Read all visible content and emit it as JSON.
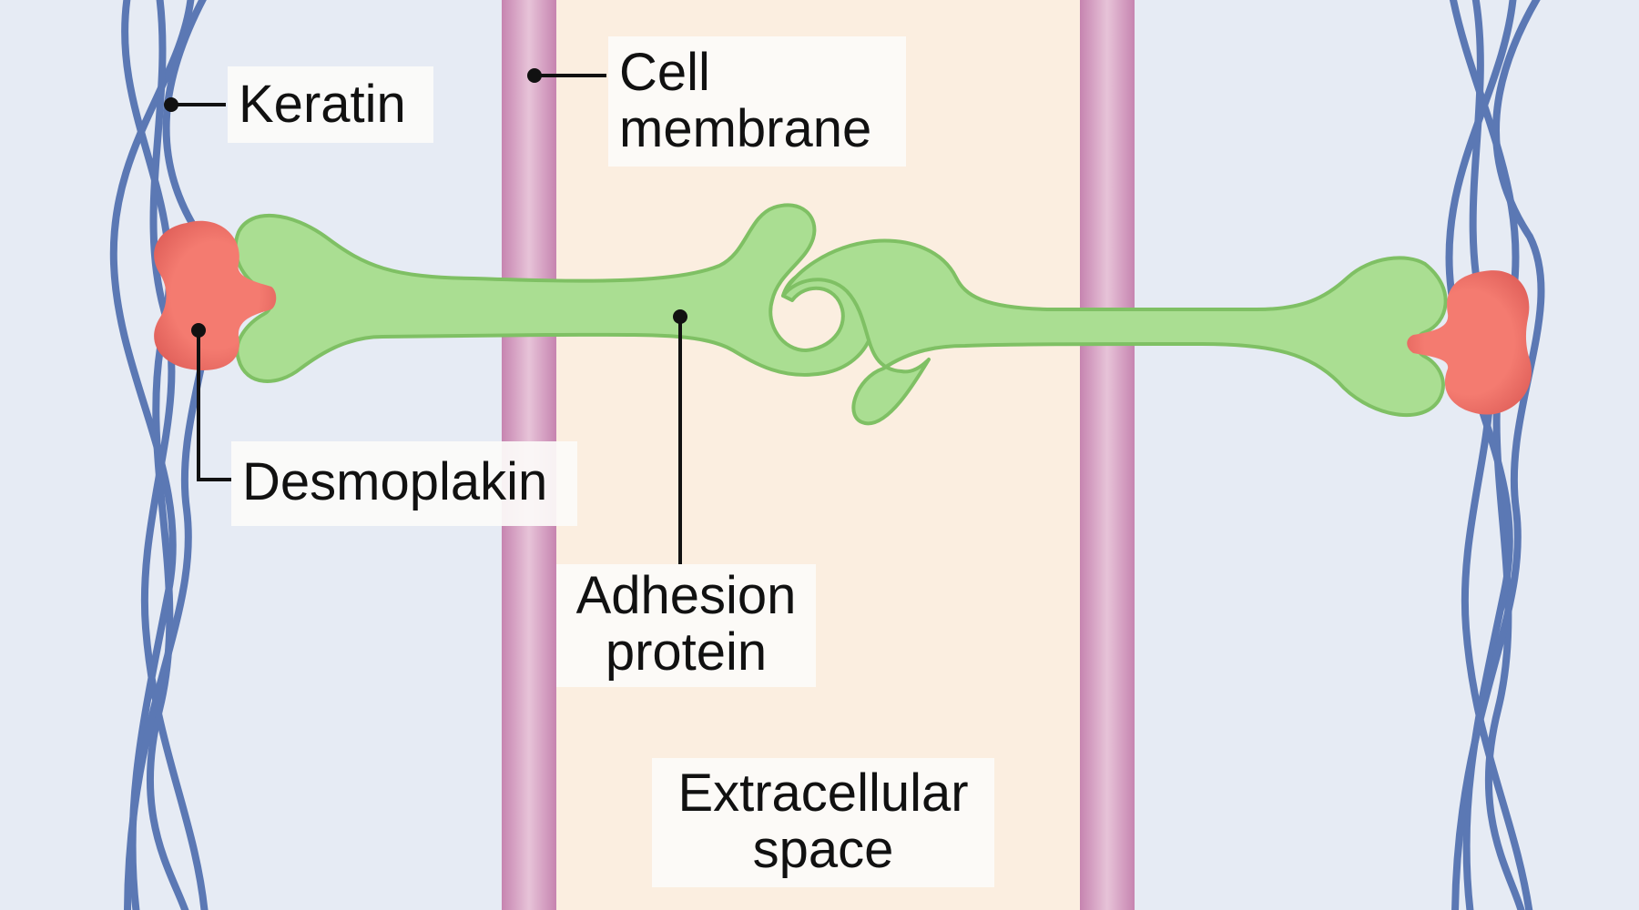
{
  "labels": {
    "keratin": "Keratin",
    "cell_membrane_line1": "Cell",
    "cell_membrane_line2": "membrane",
    "desmoplakin": "Desmoplakin",
    "adhesion_line1": "Adhesion",
    "adhesion_line2": "protein",
    "extracellular_line1": "Extracellular",
    "extracellular_line2": "space"
  },
  "colors": {
    "cytoplasm": "#e6ebf4",
    "extracellular": "#fbeee0",
    "membrane": "#c684b0",
    "membrane_highlight": "#e7c3d8",
    "keratin": "#5b78b4",
    "desmoplakin": "#f47b70",
    "adhesion_fill": "#aade92",
    "adhesion_stroke": "#7fc064"
  }
}
